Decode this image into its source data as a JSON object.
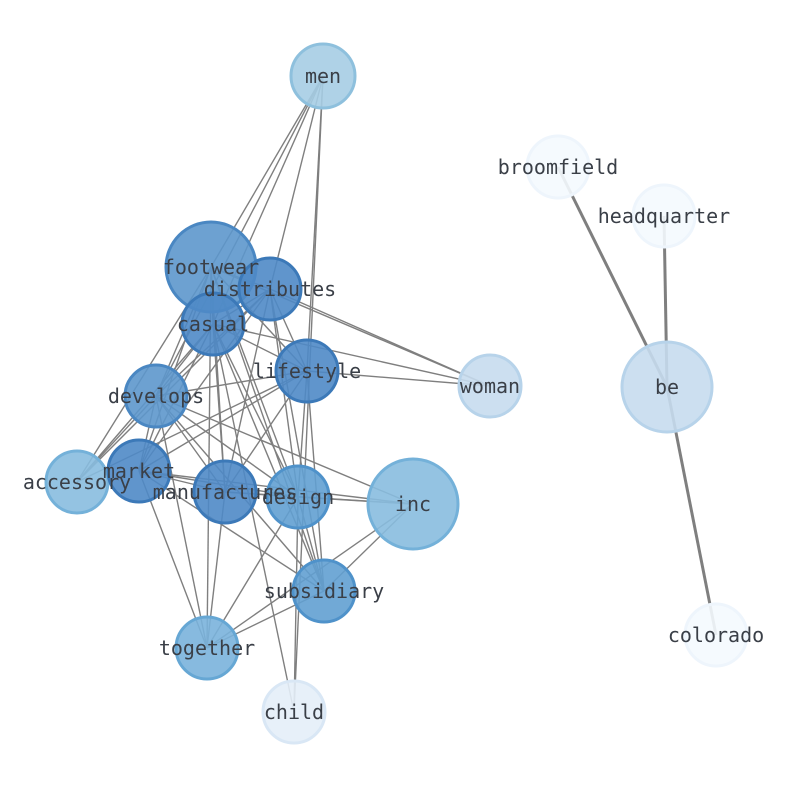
{
  "graph": {
    "nodes": [
      {
        "id": "men",
        "label": "men",
        "color": "#a6cde4",
        "stroke": "#8ec0dd"
      },
      {
        "id": "broomfield",
        "label": "broomfield",
        "color": "#f4f9fe",
        "stroke": "#eef5fc"
      },
      {
        "id": "headquarter",
        "label": "headquarter",
        "color": "#f4f9fe",
        "stroke": "#eef5fc"
      },
      {
        "id": "footwear",
        "label": "footwear",
        "color": "#5d97cc",
        "stroke": "#4a87c2"
      },
      {
        "id": "distributes",
        "label": "distributes",
        "color": "#4f8ac6",
        "stroke": "#3c79b8"
      },
      {
        "id": "casual",
        "label": "casual",
        "color": "#4f8ac6",
        "stroke": "#3c79b8"
      },
      {
        "id": "lifestyle",
        "label": "lifestyle",
        "color": "#4f8ac6",
        "stroke": "#3c79b8"
      },
      {
        "id": "woman",
        "label": "woman",
        "color": "#c6dcee",
        "stroke": "#b7d3ea"
      },
      {
        "id": "be",
        "label": "be",
        "color": "#c6dcee",
        "stroke": "#b7d3ea"
      },
      {
        "id": "develops",
        "label": "develops",
        "color": "#5d97cc",
        "stroke": "#4a87c2"
      },
      {
        "id": "accessory",
        "label": "accessory",
        "color": "#88bddf",
        "stroke": "#74b1d9"
      },
      {
        "id": "market",
        "label": "market",
        "color": "#4f8ac6",
        "stroke": "#3c79b8"
      },
      {
        "id": "manufactures",
        "label": "manufactures",
        "color": "#4f8ac6",
        "stroke": "#3c79b8"
      },
      {
        "id": "design",
        "label": "design",
        "color": "#62a0d2",
        "stroke": "#4f92ca"
      },
      {
        "id": "inc",
        "label": "inc",
        "color": "#88bddf",
        "stroke": "#74b1d9"
      },
      {
        "id": "subsidiary",
        "label": "subsidiary",
        "color": "#62a0d2",
        "stroke": "#4f92ca"
      },
      {
        "id": "together",
        "label": "together",
        "color": "#7ab3db",
        "stroke": "#66a7d4"
      },
      {
        "id": "child",
        "label": "child",
        "color": "#e4eef8",
        "stroke": "#d9e7f5"
      },
      {
        "id": "colorado",
        "label": "colorado",
        "color": "#f4f9fe",
        "stroke": "#eef5fc"
      }
    ],
    "edges": [
      [
        "men",
        "footwear"
      ],
      [
        "men",
        "distributes"
      ],
      [
        "men",
        "casual"
      ],
      [
        "men",
        "lifestyle"
      ],
      [
        "men",
        "develops"
      ],
      [
        "men",
        "child"
      ],
      [
        "footwear",
        "distributes"
      ],
      [
        "footwear",
        "casual"
      ],
      [
        "footwear",
        "lifestyle"
      ],
      [
        "footwear",
        "develops"
      ],
      [
        "footwear",
        "market"
      ],
      [
        "footwear",
        "manufactures"
      ],
      [
        "footwear",
        "design"
      ],
      [
        "footwear",
        "subsidiary"
      ],
      [
        "footwear",
        "accessory"
      ],
      [
        "footwear",
        "woman"
      ],
      [
        "footwear",
        "together"
      ],
      [
        "distributes",
        "casual"
      ],
      [
        "distributes",
        "lifestyle"
      ],
      [
        "distributes",
        "develops"
      ],
      [
        "distributes",
        "market"
      ],
      [
        "distributes",
        "manufactures"
      ],
      [
        "distributes",
        "design"
      ],
      [
        "distributes",
        "subsidiary"
      ],
      [
        "distributes",
        "accessory"
      ],
      [
        "distributes",
        "woman"
      ],
      [
        "casual",
        "lifestyle"
      ],
      [
        "casual",
        "develops"
      ],
      [
        "casual",
        "market"
      ],
      [
        "casual",
        "manufactures"
      ],
      [
        "casual",
        "design"
      ],
      [
        "casual",
        "subsidiary"
      ],
      [
        "casual",
        "accessory"
      ],
      [
        "casual",
        "woman"
      ],
      [
        "casual",
        "child"
      ],
      [
        "lifestyle",
        "develops"
      ],
      [
        "lifestyle",
        "market"
      ],
      [
        "lifestyle",
        "manufactures"
      ],
      [
        "lifestyle",
        "design"
      ],
      [
        "lifestyle",
        "subsidiary"
      ],
      [
        "lifestyle",
        "accessory"
      ],
      [
        "lifestyle",
        "woman"
      ],
      [
        "develops",
        "market"
      ],
      [
        "develops",
        "manufactures"
      ],
      [
        "develops",
        "design"
      ],
      [
        "develops",
        "subsidiary"
      ],
      [
        "develops",
        "accessory"
      ],
      [
        "develops",
        "together"
      ],
      [
        "develops",
        "inc"
      ],
      [
        "market",
        "manufactures"
      ],
      [
        "market",
        "design"
      ],
      [
        "market",
        "subsidiary"
      ],
      [
        "market",
        "together"
      ],
      [
        "market",
        "inc"
      ],
      [
        "manufactures",
        "design"
      ],
      [
        "manufactures",
        "together"
      ],
      [
        "manufactures",
        "inc"
      ],
      [
        "design",
        "inc"
      ],
      [
        "design",
        "subsidiary"
      ],
      [
        "design",
        "together"
      ],
      [
        "design",
        "child"
      ],
      [
        "inc",
        "subsidiary"
      ],
      [
        "inc",
        "together"
      ],
      [
        "subsidiary",
        "together"
      ],
      [
        "broomfield",
        "be"
      ],
      [
        "headquarter",
        "be"
      ],
      [
        "be",
        "colorado"
      ]
    ],
    "edge_color": "#7f7f7f",
    "label_color": "#3a3f47"
  }
}
